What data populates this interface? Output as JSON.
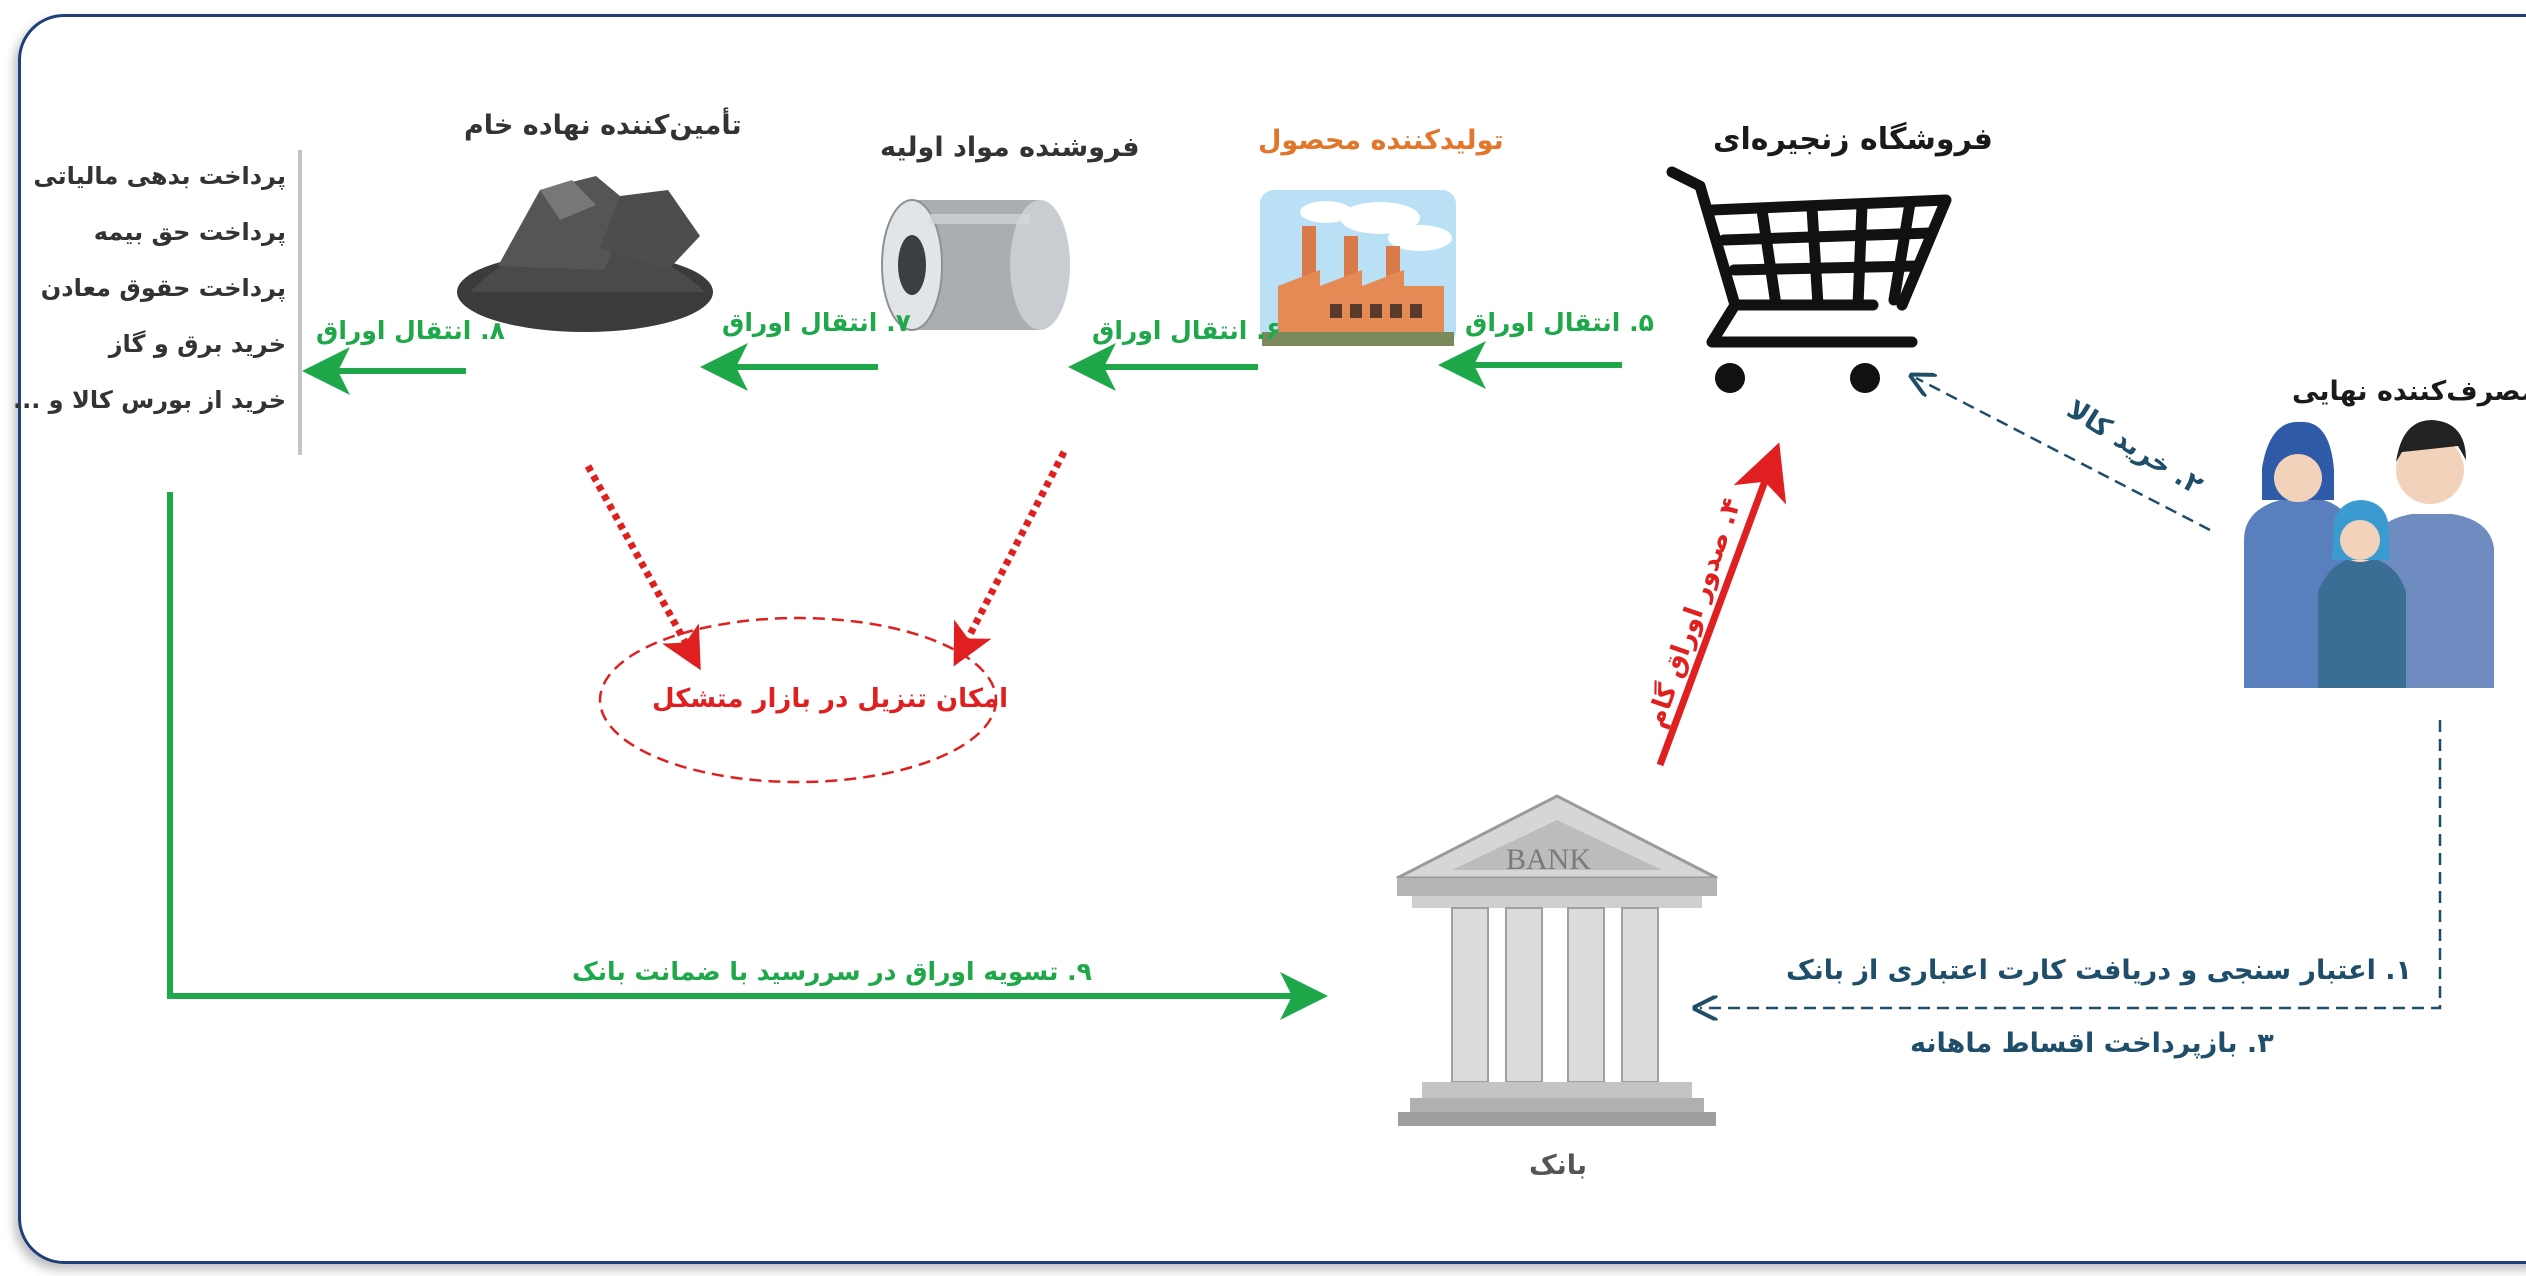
{
  "nodes": {
    "retailer": "فروشگاه زنجیره‌ای",
    "producer": "تولیدکننده محصول",
    "raw_seller": "فروشنده مواد اولیه",
    "input_supplier": "تأمین‌کننده نهاده خام",
    "consumer": "مصرف‌کننده نهایی",
    "bank": "بانک",
    "bank_sign": "BANK"
  },
  "steps": {
    "s1": "۱. اعتبار سنجی و دریافت کارت اعتباری از بانک",
    "s2": "۲. خرید کالا",
    "s3": "۳. بازپرداخت اقساط ماهانه",
    "s4": "۴. صدور اوراق گام",
    "s5": "۵. انتقال اوراق",
    "s6": "۶. انتقال اوراق",
    "s7": "۷. انتقال اوراق",
    "s8": "۸. انتقال اوراق",
    "s9": "۹. تسویه اوراق در سررسید با ضمانت بانک"
  },
  "discount_note": "امکان تنزیل در بازار متشکل",
  "uses": [
    "پرداخت بدهی مالیاتی",
    "پرداخت حق بیمه",
    "پرداخت حقوق معادن",
    "خرید برق و گاز",
    "خرید از بورس کالا و ..."
  ],
  "colors": {
    "green": "#1fa84a",
    "red": "#e02020",
    "navy": "#1f4e6b",
    "producer_label": "#e2762b"
  }
}
